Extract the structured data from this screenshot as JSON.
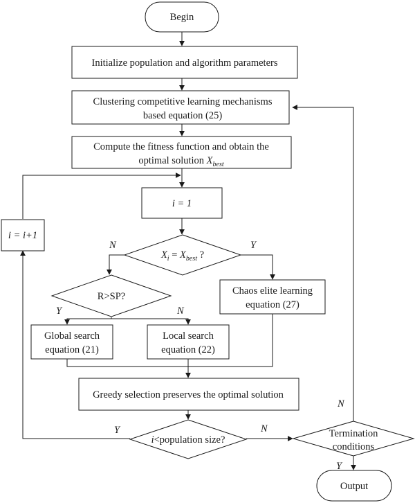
{
  "nodes": {
    "begin": "Begin",
    "initialize": "Initialize population and algorithm parameters",
    "clustering_line1": "Clustering competitive learning mechanisms",
    "clustering_line2": "based equation (25)",
    "fitness_line1": "Compute the fitness function and obtain the",
    "fitness_line2_prefix": "optimal solution ",
    "fitness_x": "X",
    "fitness_sub": "best",
    "init_i": "i = 1",
    "increment": "i = i+1",
    "decision_xi_x": "X",
    "decision_xi_i": "i",
    "decision_xi_eq": " = ",
    "decision_xi_xbest": "X",
    "decision_xi_best": "best",
    "decision_xi_q": " ?",
    "decision_r": "R>SP?",
    "chaos_line1": "Chaos elite learning",
    "chaos_line2": "equation (27)",
    "global_line1": "Global search",
    "global_line2": "equation (21)",
    "local_line1": "Local search",
    "local_line2": "equation (22)",
    "greedy": "Greedy selection preserves the optimal solution",
    "pop_check_i": "i",
    "pop_check_rest": "<population size?",
    "termination_line1": "Termination",
    "termination_line2": "conditions",
    "output": "Output"
  },
  "edge_labels": {
    "xi_no": "N",
    "xi_yes": "Y",
    "r_yes": "Y",
    "r_no": "N",
    "pop_yes": "Y",
    "pop_no": "N",
    "term_no": "N",
    "term_yes": "Y"
  }
}
